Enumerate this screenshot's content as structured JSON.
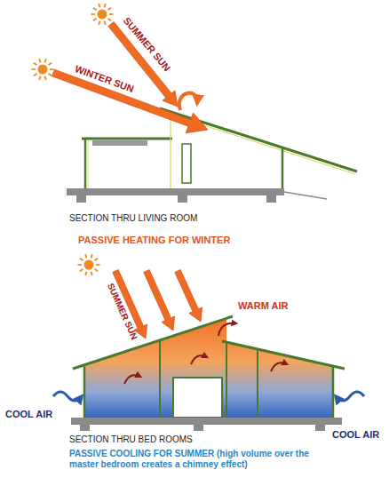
{
  "diagram": {
    "labels": [
      "SUMMER SUN",
      "WINTER SUN",
      "SECTION THRU LIVING ROOM",
      "PASSIVE HEATING FOR WINTER",
      "SUMMER SUN",
      "WARM AIR",
      "COOL AIR",
      "COOL AIR",
      "SECTION THRU BED ROOMS",
      "PASSIVE COOLING FOR SUMMER (high volume over the master bedroom creates a chimney effect)"
    ]
  }
}
